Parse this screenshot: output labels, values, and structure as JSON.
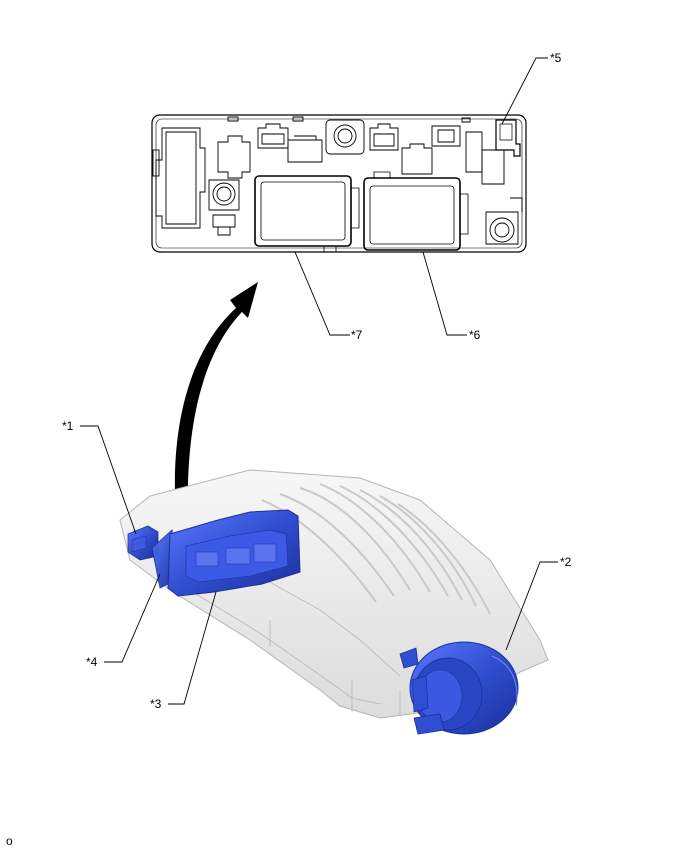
{
  "callouts": {
    "c1": "*1",
    "c2": "*2",
    "c3": "*3",
    "c4": "*4",
    "c5": "*5",
    "c6": "*6",
    "c7": "*7"
  },
  "footer_code": "o",
  "colors": {
    "part_highlight": "#2f4fd0",
    "part_highlight_dark": "#1c2f9a",
    "housing_fill": "#eeeeee",
    "housing_edge": "#b5b5b5",
    "line": "#000000"
  }
}
